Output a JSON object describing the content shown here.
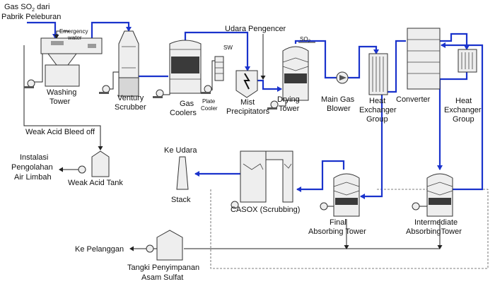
{
  "colors": {
    "gas_line": "#1a33cc",
    "liquid_line": "#222222",
    "equipment_fill": "#eeeeee"
  },
  "labels": {
    "gas_source_line1": "Gas SO",
    "gas_source_sub": "2",
    "gas_source_tail": " dari",
    "gas_source_line2": "Pabrik Peleburan",
    "emergency_water_1": "Emergency",
    "emergency_water_2": "water",
    "washing_tower_1": "Washing",
    "washing_tower_2": "Tower",
    "venturi_1": "Ventury",
    "venturi_2": "Scrubber",
    "gas_coolers_1": "Gas",
    "gas_coolers_2": "Coolers",
    "sw": "SW",
    "plate_cooler_1": "Plate",
    "plate_cooler_2": "Cooler",
    "udara_pengencer": "Udara Pengencer",
    "so2_label": "SO",
    "so2_sub": "2",
    "mist_1": "Mist",
    "mist_2": "Precipitators",
    "drying_1": "Drying",
    "drying_2": "Tower",
    "blower_1": "Main Gas",
    "blower_2": "Blower",
    "hex1_1": "Heat",
    "hex1_2": "Exchanger",
    "hex1_3": "Group",
    "converter": "Converter",
    "hex2_1": "Heat",
    "hex2_2": "Exchanger",
    "hex2_3": "Group",
    "weak_acid_bleed": "Weak Acid Bleed off",
    "instalasi_1": "Instalasi",
    "instalasi_2": "Pengolahan",
    "instalasi_3": "Air Limbah",
    "weak_acid_tank": "Weak Acid Tank",
    "ke_udara": "Ke Udara",
    "stack": "Stack",
    "casox": "CASOX (Scrubbing)",
    "final_1": "Final",
    "final_2": "Absorbing Tower",
    "inter_1": "Intermediate",
    "inter_2": "AbsorbingTower",
    "ke_pelanggan": "Ke Pelanggan",
    "tangki_1": "Tangki Penyimpanan",
    "tangki_2": "Asam Sulfat"
  }
}
